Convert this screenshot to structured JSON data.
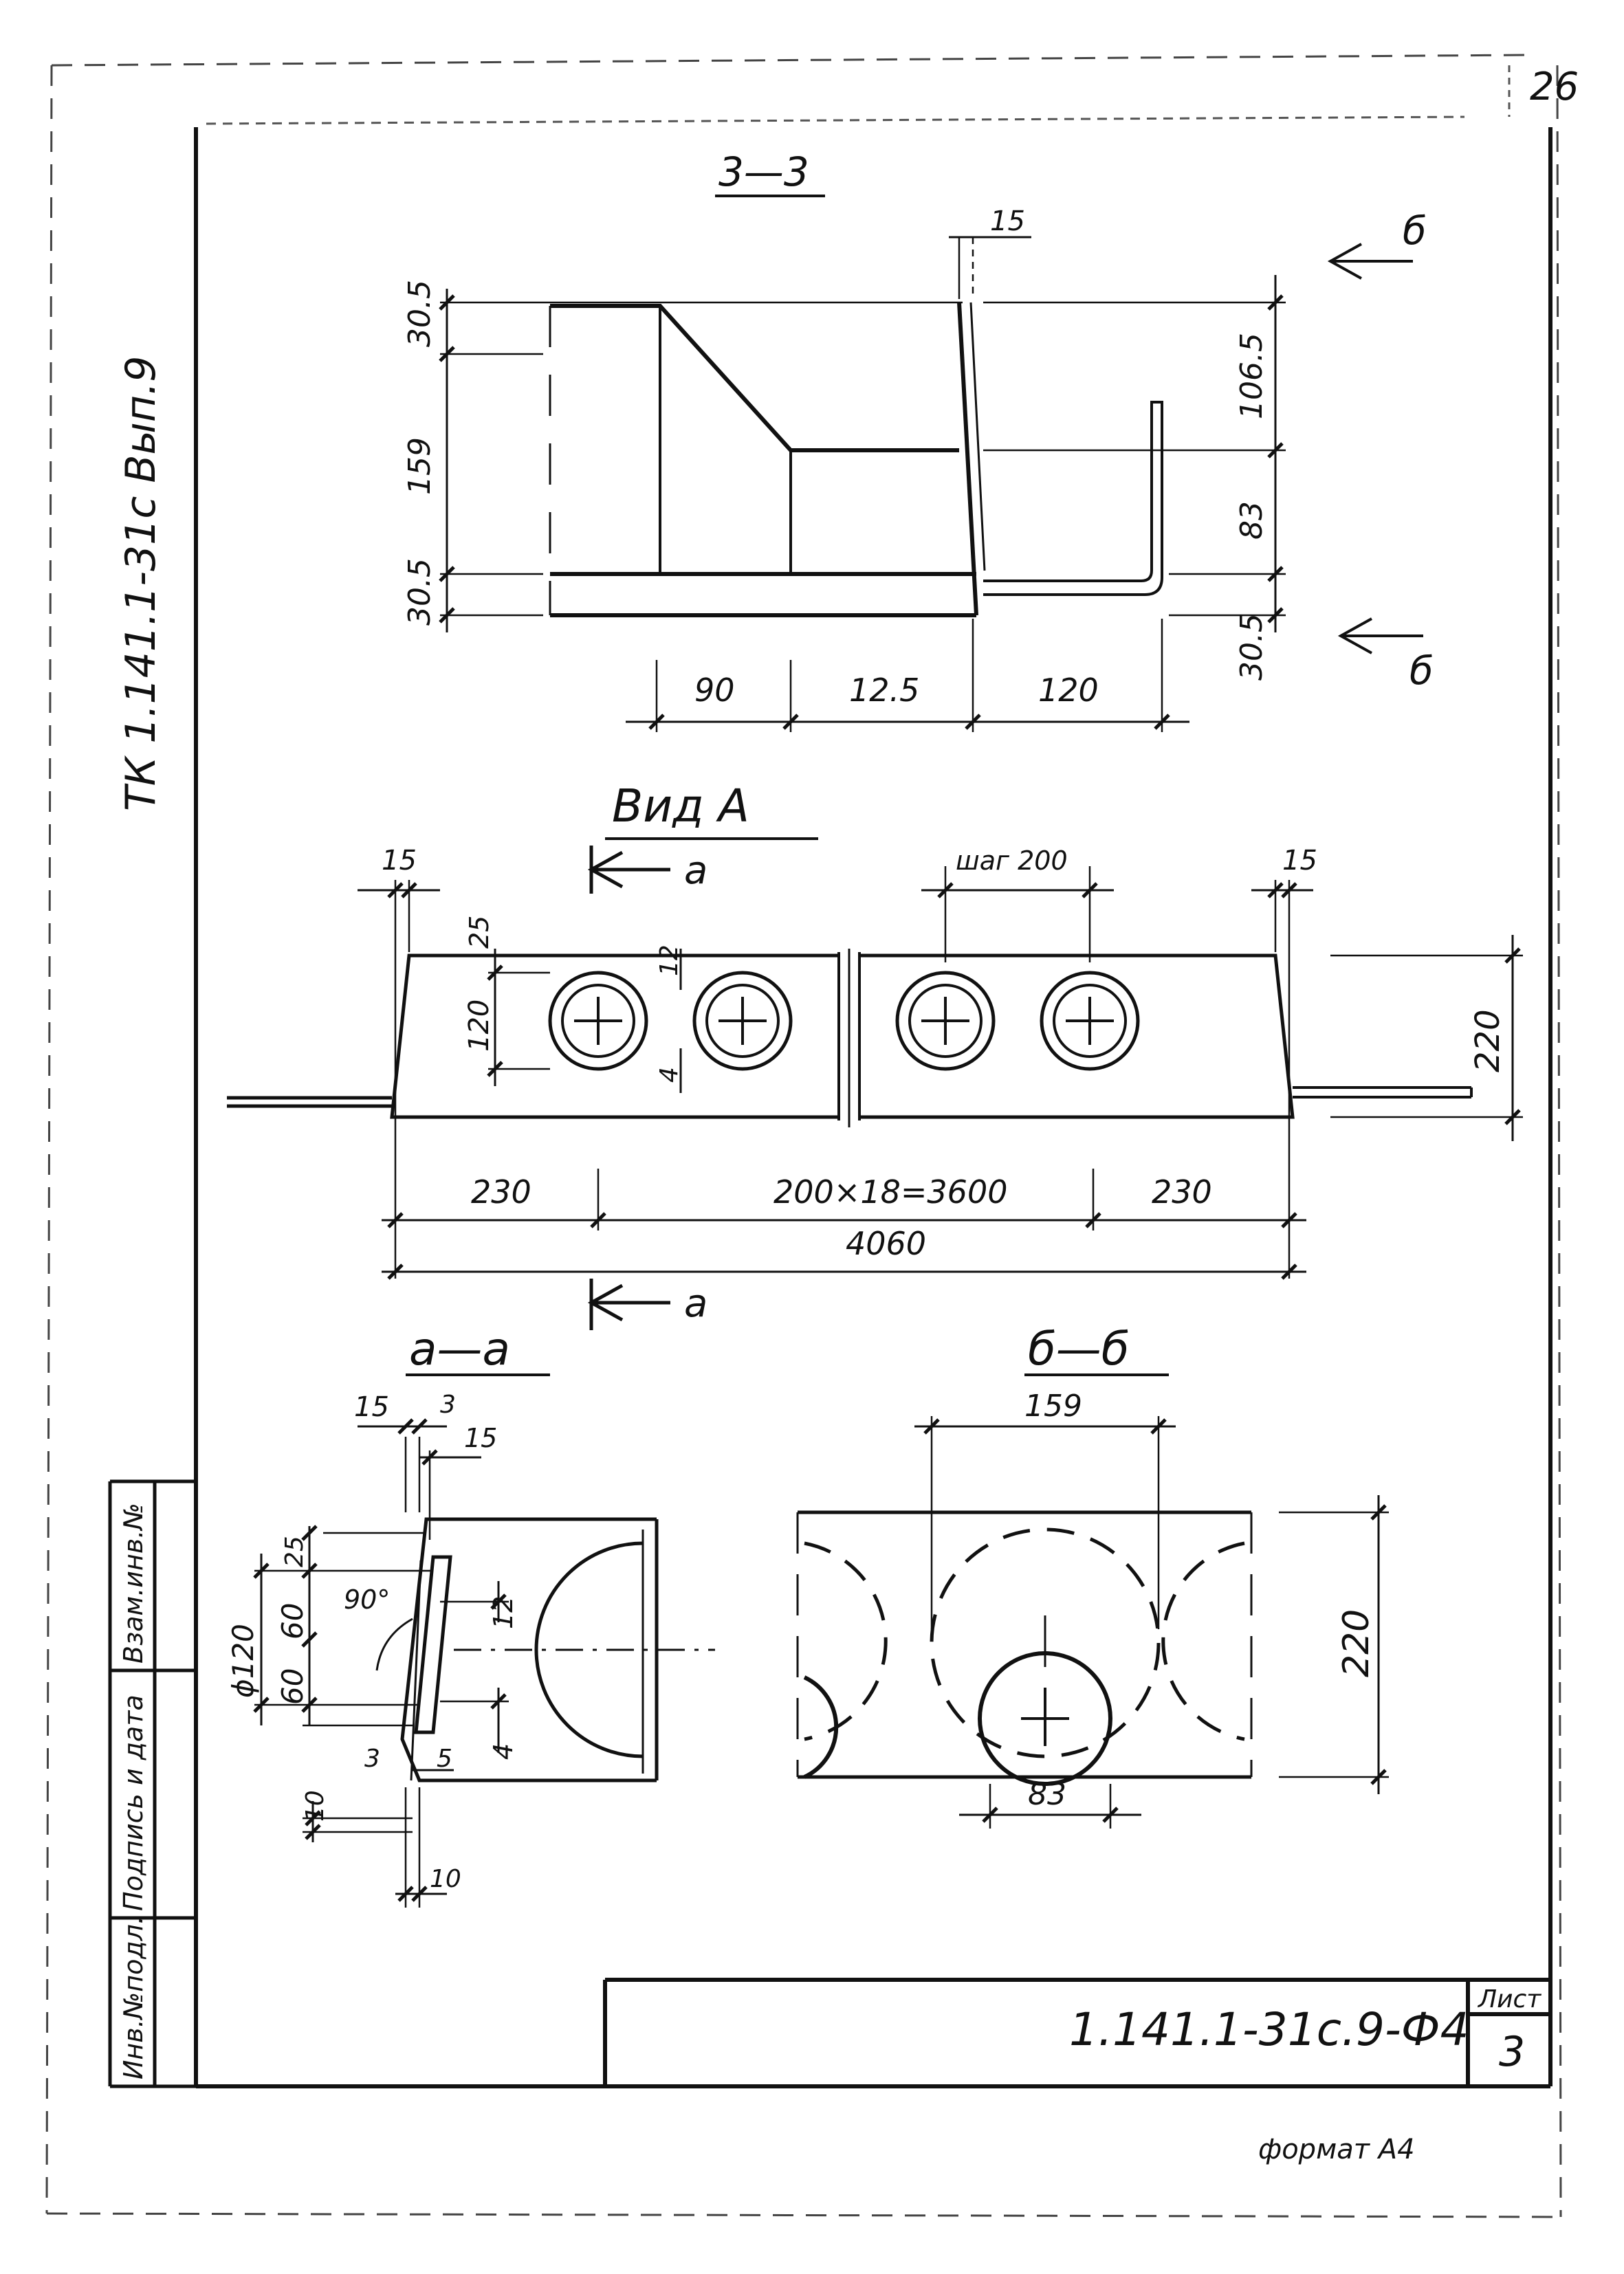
{
  "page_number": "26",
  "side_title": "ТК 1.141.1-31с Вып.9",
  "stamp": {
    "code": "1.141.1-31с.9-Ф4",
    "sheet_label": "Лист",
    "sheet_no": "3",
    "side_cells": [
      "Инв.№подл.",
      "Подпись и дата",
      "Взам.инв.№"
    ]
  },
  "format_label": "формат А4",
  "section_33": {
    "title": "3—3",
    "dims_left": [
      "30.5",
      "159",
      "30.5"
    ],
    "dims_right": [
      "106.5",
      "83",
      "30.5"
    ],
    "dim_top": "15",
    "dims_bottom": [
      "90",
      "12.5",
      "120"
    ],
    "cut_label": "б"
  },
  "view_a": {
    "title": "Вид А",
    "cut_label": "а",
    "dim_left_15": "15",
    "dim_right_15": "15",
    "dim_25": "25",
    "dim_120": "120",
    "dim_12": "12",
    "dim_4": "4",
    "dim_pitch": "шаг 200",
    "dim_height": "220",
    "dims_bottom": [
      "230",
      "200×18=3600",
      "230"
    ],
    "dim_total": "4060"
  },
  "section_aa": {
    "title": "а—а",
    "dims": [
      "15",
      "3",
      "15",
      "25",
      "ϕ120",
      "60",
      "60",
      "90°",
      "12",
      "3",
      "5",
      "4",
      "10",
      "10"
    ]
  },
  "section_bb": {
    "title": "б—б",
    "dim_top": "159",
    "dim_height": "220",
    "dim_bottom": "83"
  }
}
